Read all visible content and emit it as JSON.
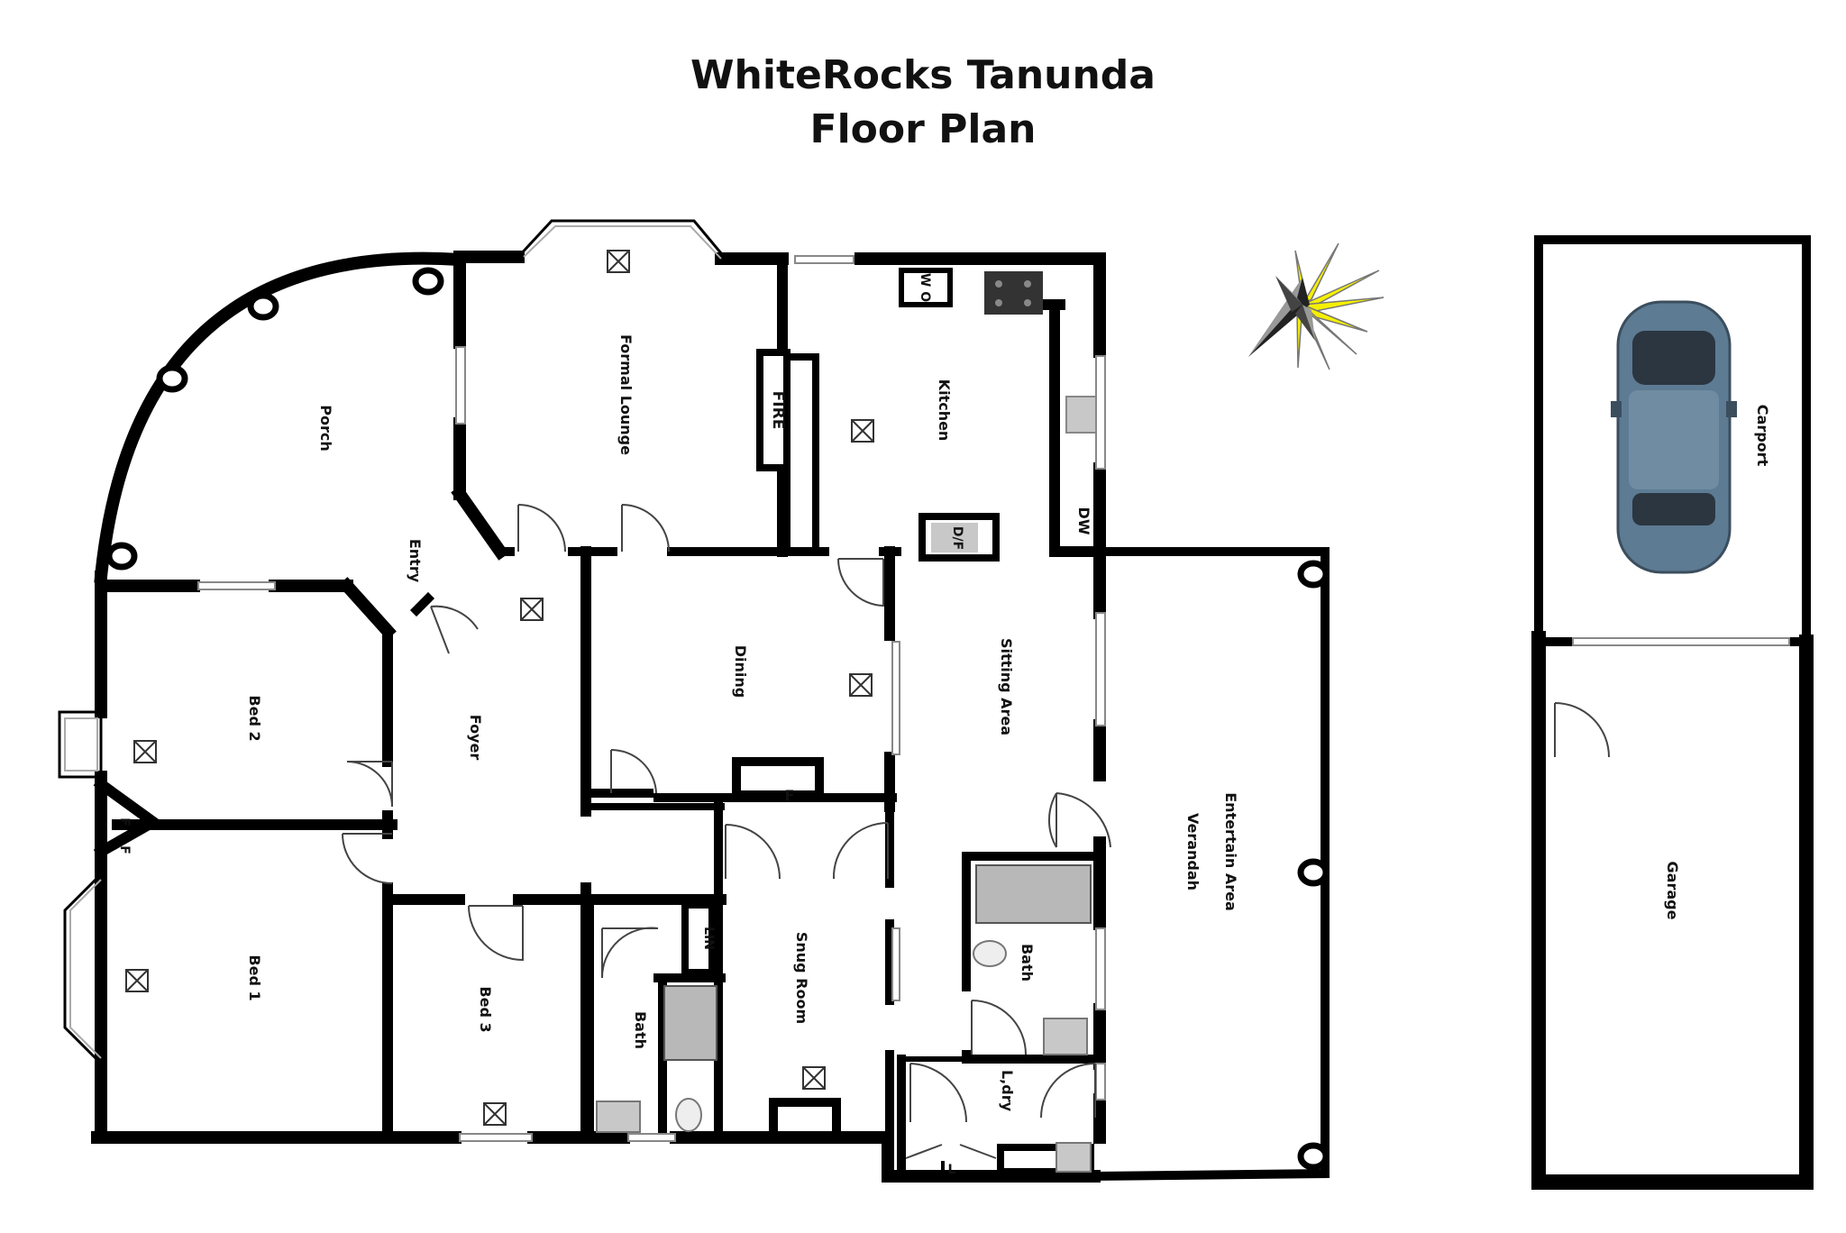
{
  "title": {
    "line1": "WhiteRocks Tanunda",
    "line2": "Floor Plan"
  },
  "rooms": {
    "porch": "Porch",
    "entry": "Entry",
    "formal_lounge": "Formal Lounge",
    "kitchen": "Kitchen",
    "foyer": "Foyer",
    "dining": "Dining",
    "sitting_area": "Sitting Area",
    "bed1": "Bed 1",
    "bed2": "Bed 2",
    "bed3": "Bed 3",
    "bath_left": "Bath",
    "bath_right": "Bath",
    "snug_room": "Snug Room",
    "laundry": "L,dry",
    "entertain_line1": "Entertain Area",
    "entertain_line2": "Verandah",
    "carport": "Carport",
    "garage": "Garage"
  },
  "fixtures": {
    "fire": "FIRE",
    "wo": "W O",
    "df": "D/F",
    "dw": "DW",
    "f_dining": "F",
    "ff_1": "F",
    "ff_2": "F",
    "lin": "LIN",
    "l": "L"
  },
  "colors": {
    "wall": "#000000",
    "fixture_fill": "#c8c8c8",
    "compass_yellow": "#f5f000",
    "car_body": "#5d7b93"
  }
}
